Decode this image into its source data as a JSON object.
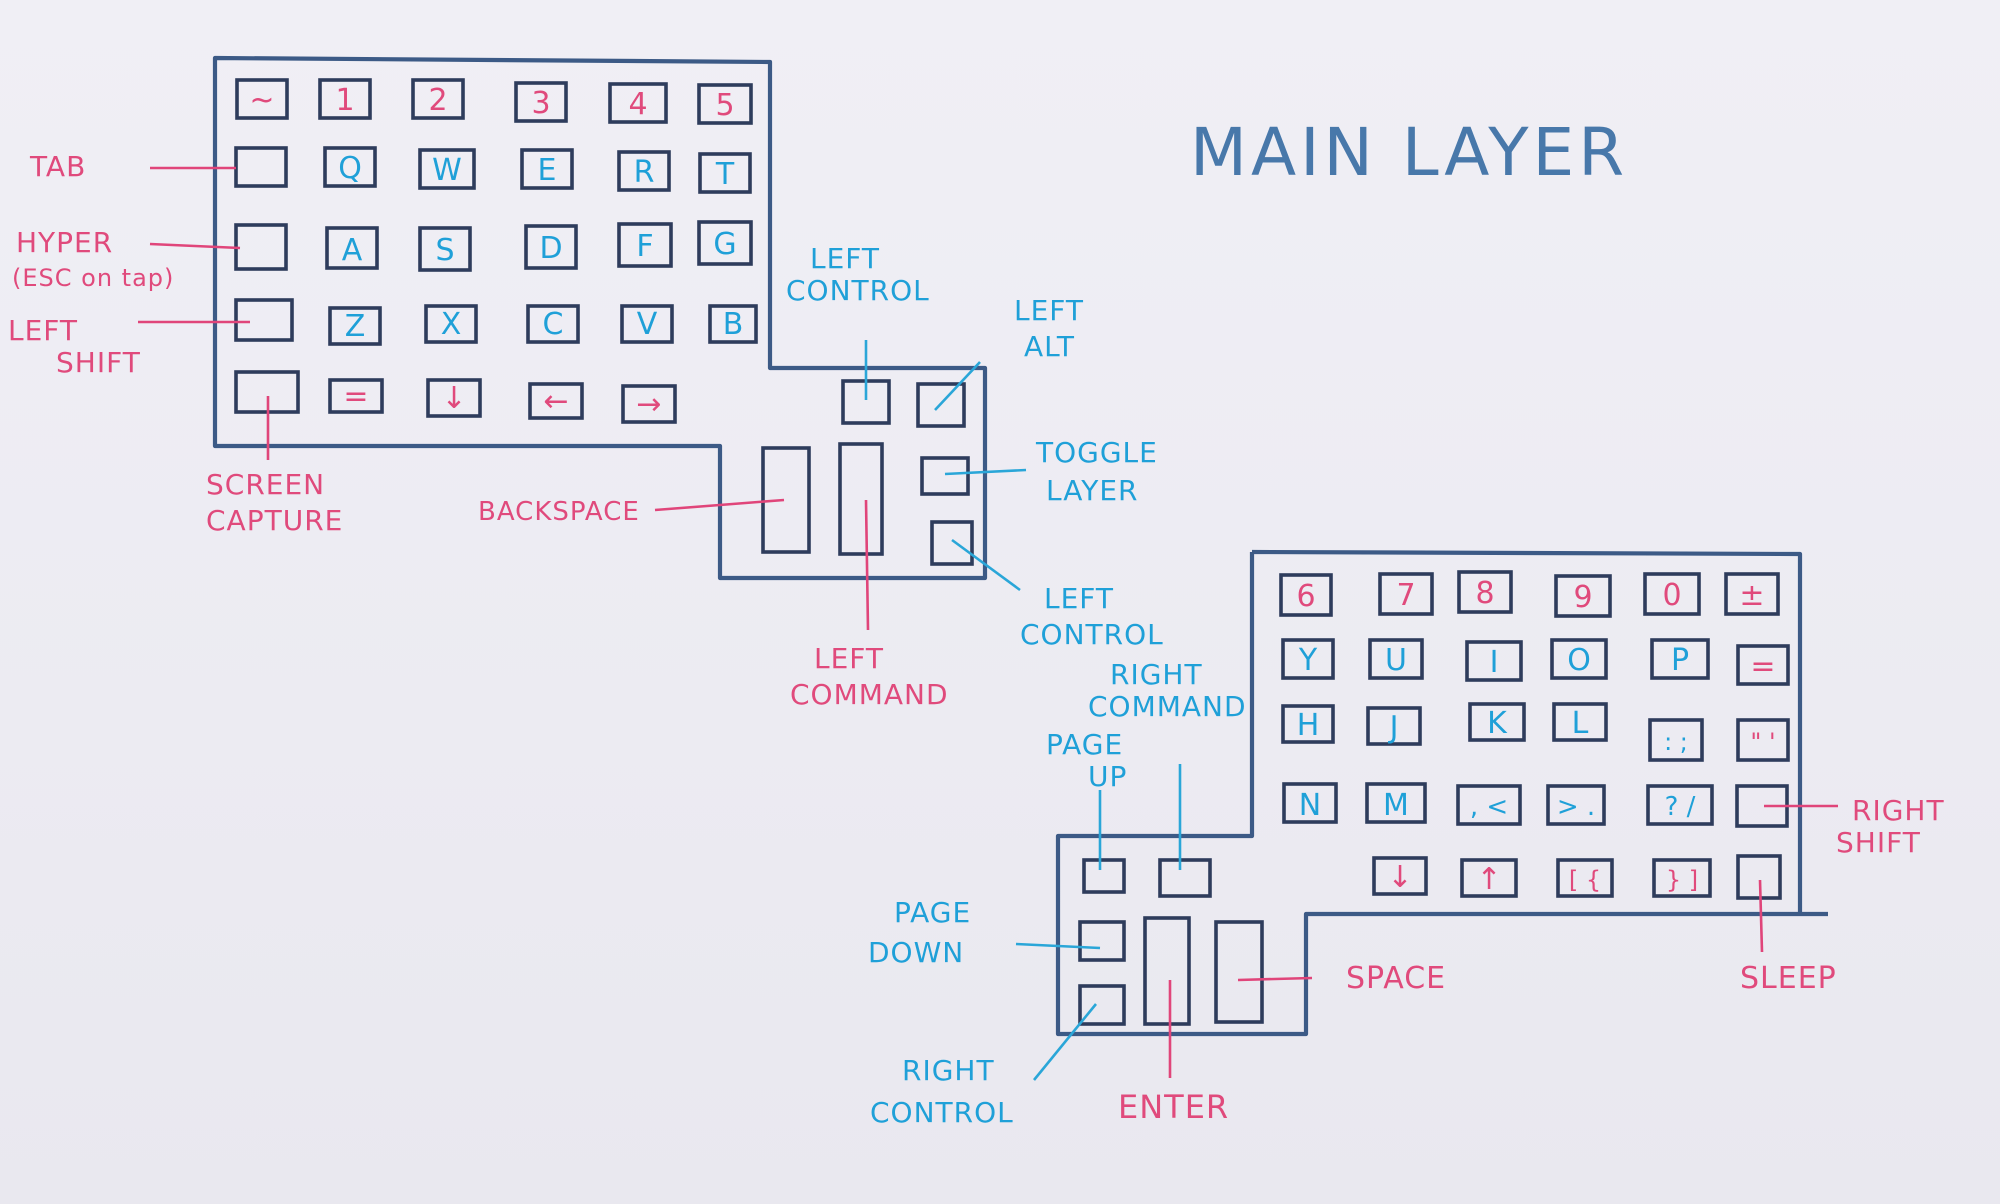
{
  "title": "MAIN LAYER",
  "colors": {
    "outline": "#3c5a86",
    "blue": "#1fa0d8",
    "pink": "#e04a7c"
  },
  "left_keys": {
    "row1": [
      "~",
      "1",
      "2",
      "3",
      "4",
      "5"
    ],
    "row2": [
      "",
      "Q",
      "W",
      "E",
      "R",
      "T"
    ],
    "row3": [
      "",
      "A",
      "S",
      "D",
      "F",
      "G"
    ],
    "row4": [
      "",
      "Z",
      "X",
      "C",
      "V",
      "B"
    ],
    "row5": [
      "",
      "=",
      "↓",
      "←",
      "→"
    ]
  },
  "right_keys": {
    "row1": [
      "6",
      "7",
      "8",
      "9",
      "0",
      "±"
    ],
    "row2": [
      "Y",
      "U",
      "I",
      "O",
      "P",
      "="
    ],
    "row3": [
      "H",
      "J",
      "K",
      "L",
      ": ;",
      "\" '"
    ],
    "row4": [
      "N",
      "M",
      ", <",
      "> .",
      "? /",
      ""
    ],
    "row5": [
      "↓",
      "↑",
      "[ {",
      "} ]",
      ""
    ]
  },
  "annotations": {
    "tab": "TAB",
    "hyper": [
      "HYPER",
      "(ESC on tap)"
    ],
    "left_shift": [
      "LEFT",
      "SHIFT"
    ],
    "screen_capture": [
      "SCREEN",
      "CAPTURE"
    ],
    "left_control_top": [
      "LEFT",
      "CONTROL"
    ],
    "left_alt": [
      "LEFT",
      "ALT"
    ],
    "toggle_layer": [
      "TOGGLE",
      "LAYER"
    ],
    "backspace": "BACKSPACE",
    "left_control_bottom": [
      "LEFT",
      "CONTROL"
    ],
    "left_command": [
      "LEFT",
      "COMMAND"
    ],
    "right_command": [
      "RIGHT",
      "COMMAND"
    ],
    "page_up": [
      "PAGE",
      "UP"
    ],
    "page_down": [
      "PAGE",
      "DOWN"
    ],
    "right_control": [
      "RIGHT",
      "CONTROL"
    ],
    "enter": "ENTER",
    "space": "SPACE",
    "right_shift": [
      "RIGHT",
      "SHIFT"
    ],
    "sleep": "SLEEP"
  }
}
